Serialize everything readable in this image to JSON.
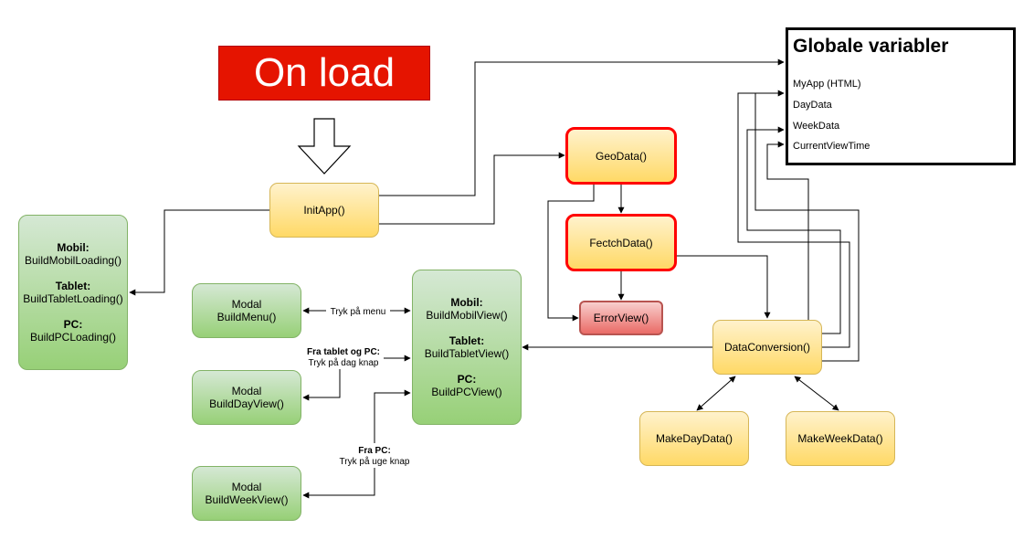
{
  "nodes": {
    "on_load": "On load",
    "init_app": "InitApp()",
    "geo_data": "GeoData()",
    "fetch_data": "FectchData()",
    "error_view": "ErrorView()",
    "data_conversion": "DataConversion()",
    "make_day_data": "MakeDayData()",
    "make_week_data": "MakeWeekData()",
    "loading": {
      "mobil_title": "Mobil:",
      "mobil_fn": "BuildMobilLoading()",
      "tablet_title": "Tablet:",
      "tablet_fn": "BuildTabletLoading()",
      "pc_title": "PC:",
      "pc_fn": "BuildPCLoading()"
    },
    "view": {
      "mobil_title": "Mobil:",
      "mobil_fn": "BuildMobilView()",
      "tablet_title": "Tablet:",
      "tablet_fn": "BuildTabletView()",
      "pc_title": "PC:",
      "pc_fn": "BuildPCView()"
    },
    "modal_menu": {
      "line1": "Modal",
      "line2": "BuildMenu()"
    },
    "modal_day": {
      "line1": "Modal",
      "line2": "BuildDayView()"
    },
    "modal_week": {
      "line1": "Modal",
      "line2": "BuildWeekView()"
    }
  },
  "globals": {
    "title": "Globale variabler",
    "vars": [
      "MyApp (HTML)",
      "DayData",
      "WeekData",
      "CurrentViewTime"
    ]
  },
  "edge_labels": {
    "menu": "Tryk på menu",
    "day_bold": "Fra tablet og PC:",
    "day_text": "Tryk på dag knap",
    "week_bold": "Fra PC:",
    "week_text": "Tryk på uge knap"
  },
  "colors": {
    "on_load_bg": "#e51400",
    "yellow_fill": "#ffd966",
    "green_fill": "#97d077",
    "highlight_border": "#ff0000",
    "error_fill": "#ea6b66"
  }
}
